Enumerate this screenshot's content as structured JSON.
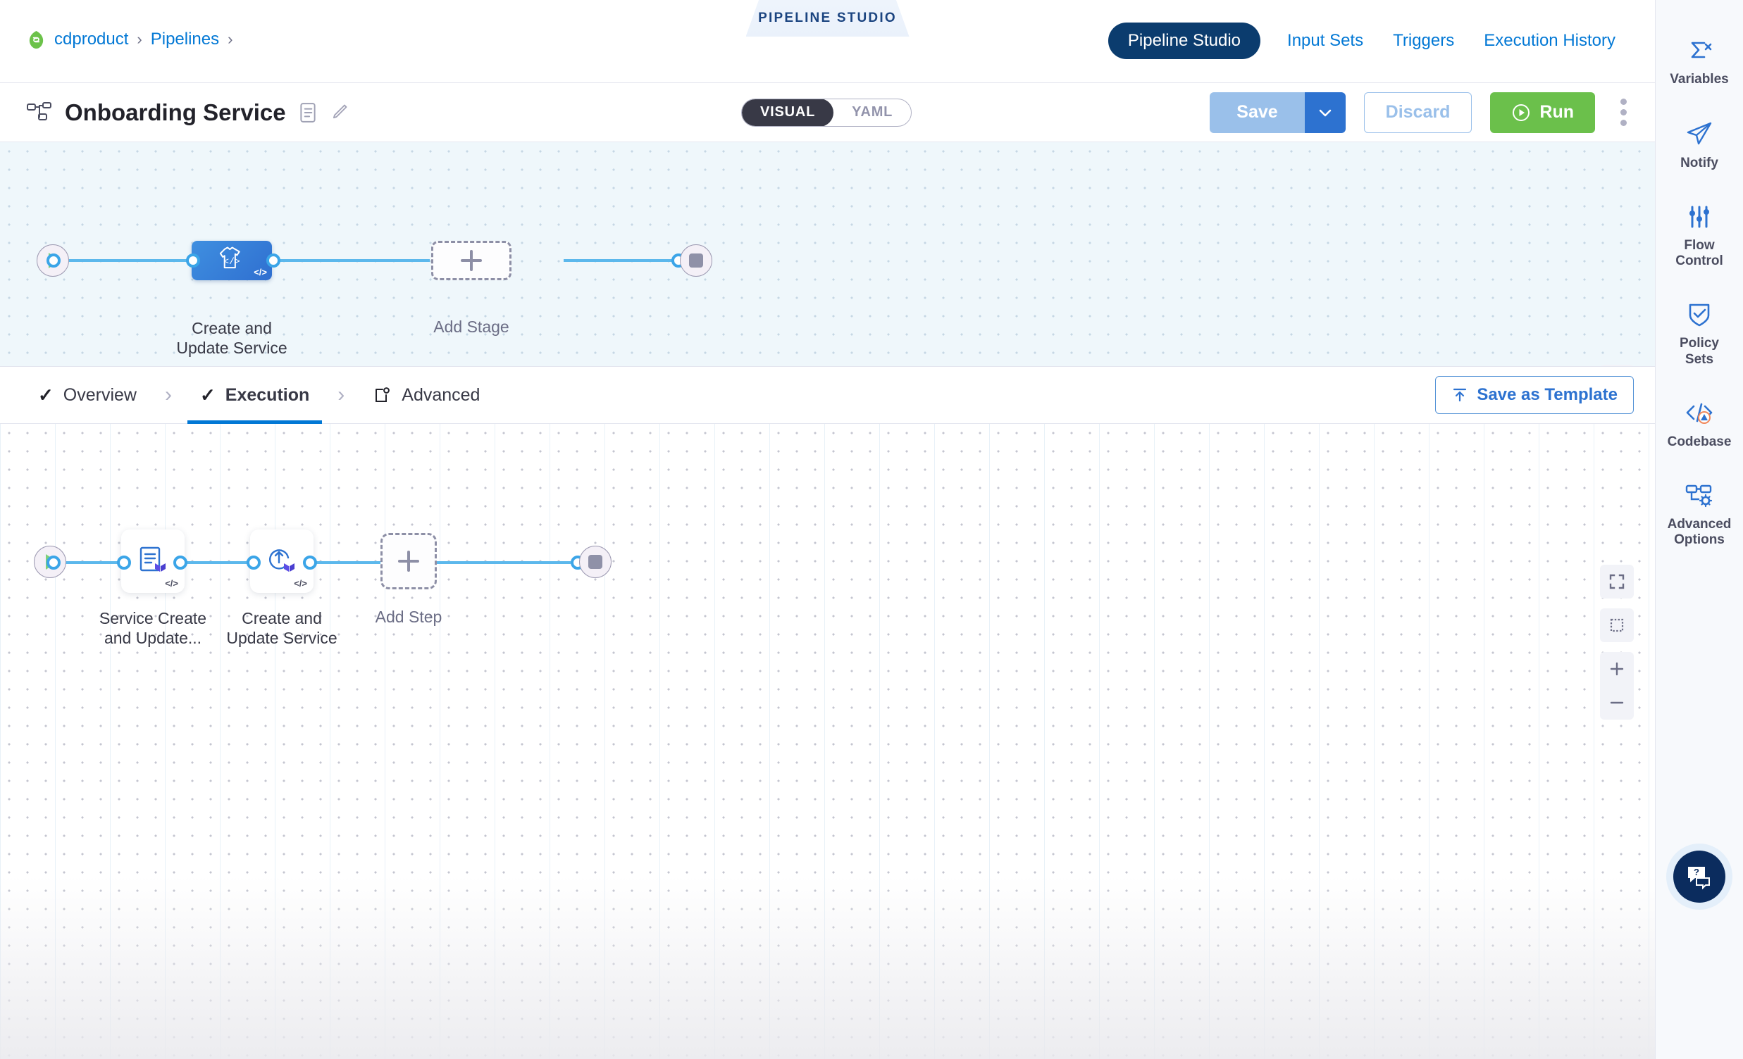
{
  "breadcrumb": {
    "icon": "harness-leaf-icon",
    "items": [
      "cdproduct",
      "Pipelines"
    ],
    "separator": "›"
  },
  "header": {
    "studio_badge": "PIPELINE STUDIO",
    "nav": [
      {
        "label": "Pipeline Studio",
        "active": true
      },
      {
        "label": "Input Sets",
        "active": false
      },
      {
        "label": "Triggers",
        "active": false
      },
      {
        "label": "Execution History",
        "active": false
      }
    ]
  },
  "titlebar": {
    "pipeline_icon": "pipeline-nodes-icon",
    "title": "Onboarding Service",
    "description_icon": "description-icon",
    "edit_icon": "pencil-edit-icon",
    "mode_toggle": {
      "options": [
        "VISUAL",
        "YAML"
      ],
      "selected": "VISUAL"
    },
    "save_label": "Save",
    "save_caret_icon": "chevron-down-icon",
    "discard_label": "Discard",
    "run_label": "Run",
    "run_icon": "play-circle-icon",
    "more_icon": "kebab-menu-icon"
  },
  "stage_graph": {
    "start_node": "start-play-node",
    "end_node": "end-stop-node",
    "stages": [
      {
        "label": "Create and\nUpdate Service",
        "label_line1": "Create and",
        "label_line2": "Update Service",
        "icon": "deployment-service-icon",
        "template_badge": "</>",
        "selected": true
      }
    ],
    "add_stage_label": "Add Stage",
    "add_icon": "plus-icon",
    "tools": [
      {
        "name": "fit-to-screen-button",
        "icon": "fit-screen-icon"
      },
      {
        "name": "select-area-button",
        "icon": "dashed-square-icon"
      },
      {
        "name": "zoom-in-button",
        "icon": "plus-icon"
      },
      {
        "name": "zoom-out-button",
        "icon": "minus-icon"
      }
    ]
  },
  "subtabs": {
    "items": [
      {
        "label": "Overview",
        "icon": "check-icon",
        "active": false
      },
      {
        "label": "Execution",
        "icon": "check-icon",
        "active": true
      },
      {
        "label": "Advanced",
        "icon": "advanced-gear-icon",
        "active": false
      }
    ],
    "separator": "›",
    "save_as_template": "Save as Template",
    "save_as_template_icon": "upload-template-icon"
  },
  "execution_graph": {
    "start_node": "start-play-node",
    "end_node": "end-stop-node",
    "steps": [
      {
        "label_line1": "Service Create",
        "label_line2": "and Update...",
        "icon": "terraform-plan-icon",
        "template_badge": "</>"
      },
      {
        "label_line1": "Create and",
        "label_line2": "Update Service",
        "icon": "terraform-apply-icon",
        "template_badge": "</>"
      }
    ],
    "add_step_label": "Add Step",
    "add_icon": "plus-icon",
    "tools": [
      {
        "name": "fit-to-screen-button",
        "icon": "fit-screen-icon"
      },
      {
        "name": "select-area-button",
        "icon": "dashed-square-icon"
      },
      {
        "name": "zoom-in-button",
        "icon": "plus-icon"
      },
      {
        "name": "zoom-out-button",
        "icon": "minus-icon"
      }
    ]
  },
  "sidebar": {
    "items": [
      {
        "label": "Variables",
        "icon": "sigma-variables-icon"
      },
      {
        "label": "Notify",
        "icon": "paper-plane-icon"
      },
      {
        "label": "Flow\nControl",
        "label_line1": "Flow",
        "label_line2": "Control",
        "icon": "sliders-icon"
      },
      {
        "label": "Policy\nSets",
        "label_line1": "Policy",
        "label_line2": "Sets",
        "icon": "shield-check-icon"
      },
      {
        "label": "Codebase",
        "icon": "code-warning-icon"
      },
      {
        "label": "Advanced\nOptions",
        "label_line1": "Advanced",
        "label_line2": "Options",
        "icon": "advanced-options-icon"
      }
    ],
    "help_icon": "help-chat-icon"
  },
  "colors": {
    "accent_blue": "#0278d5",
    "nav_active": "#0b3c6e",
    "run_green": "#6bc04b",
    "save_disabled": "#9ac0ea",
    "save_caret": "#2d72d0",
    "stage_selected": "#3f8fe0",
    "link_blue": "#5cb8ec",
    "terraform_purple": "#5c4ee5",
    "canvas_stage_bg": "#eff7fb"
  }
}
